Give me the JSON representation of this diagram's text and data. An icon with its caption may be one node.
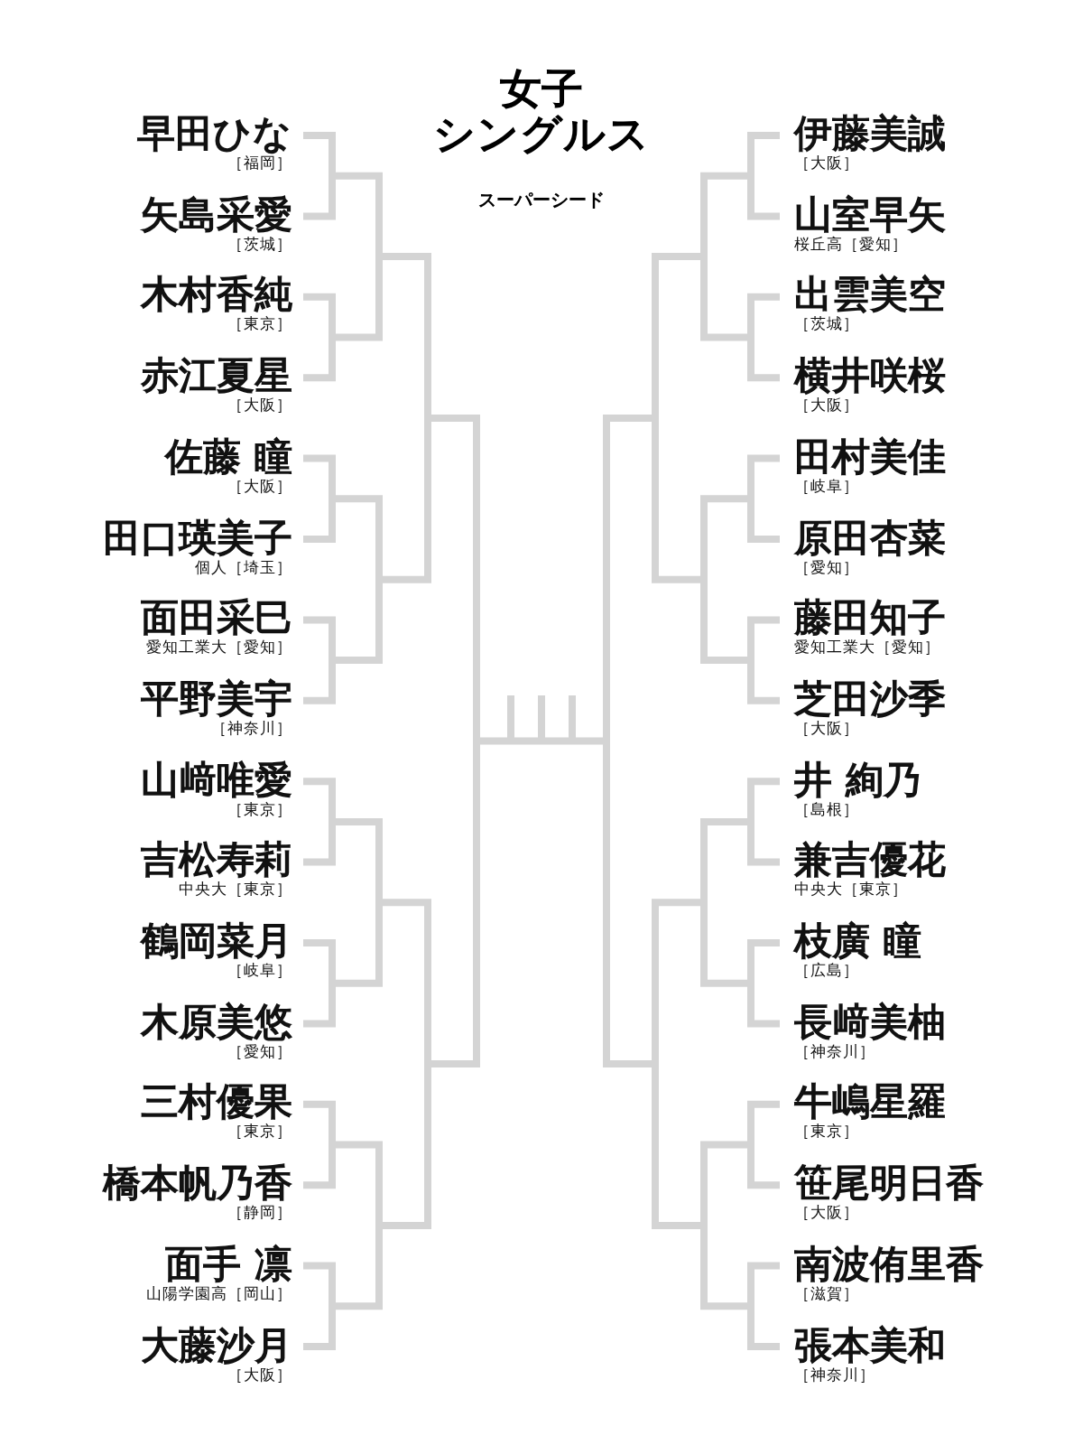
{
  "diagram": {
    "title": "女子シングルス",
    "nodes": [
      {
        "text": [
          "早田ひな",
          "［福岡］"
        ]
      },
      {
        "text": [
          "矢島采愛",
          "［茨城］"
        ]
      },
      {
        "text": [
          "木村香純",
          "［東京］"
        ]
      },
      {
        "text": [
          "赤江夏星",
          "［大阪］"
        ]
      },
      {
        "text": [
          "佐藤 瞳",
          "［大阪］"
        ]
      },
      {
        "text": [
          "田口瑛美子",
          "個人［埼玉］"
        ]
      },
      {
        "text": [
          "面田采巳",
          "愛知工業大［愛知］"
        ]
      },
      {
        "text": [
          "平野美宇",
          "［神奈川］"
        ]
      },
      {
        "text": [
          "山﨑唯愛",
          "［東京］"
        ]
      },
      {
        "text": [
          "吉松寿莉",
          "中央大［東京］"
        ]
      },
      {
        "text": [
          "鶴岡菜月",
          "［岐阜］"
        ]
      },
      {
        "text": [
          "木原美悠",
          "［愛知］"
        ]
      },
      {
        "text": [
          "三村優果",
          "［東京］"
        ]
      },
      {
        "text": [
          "橋本帆乃香",
          "［静岡］"
        ]
      },
      {
        "text": [
          "面手 凛",
          "山陽学園高［岡山］"
        ]
      },
      {
        "text": [
          "大藤沙月",
          "［大阪］"
        ]
      },
      {
        "text": [
          "伊藤美誠",
          "［大阪］"
        ]
      },
      {
        "text": [
          "山室早矢",
          "桜丘高［愛知］"
        ]
      },
      {
        "text": [
          "出雲美空",
          "［茨城］"
        ]
      },
      {
        "text": [
          "横井咲桜",
          "［大阪］"
        ]
      },
      {
        "text": [
          "田村美佳",
          "［岐阜］"
        ]
      },
      {
        "text": [
          "原田杏菜",
          "［愛知］"
        ]
      },
      {
        "text": [
          "藤田知子",
          "愛知工業大［愛知］"
        ]
      },
      {
        "text": [
          "芝田沙季",
          "［大阪］"
        ]
      },
      {
        "text": [
          "井 絢乃",
          "［島根］"
        ]
      },
      {
        "text": [
          "兼吉優花",
          "中央大［東京］"
        ]
      },
      {
        "text": [
          "枝廣 瞳",
          "［広島］"
        ]
      },
      {
        "text": [
          "長﨑美柚",
          "［神奈川］"
        ]
      },
      {
        "text": [
          "牛嶋星羅",
          "［東京］"
        ]
      },
      {
        "text": [
          "笹尾明日香",
          "［大阪］"
        ]
      },
      {
        "text": [
          "南波侑里香",
          "［滋賀］"
        ]
      },
      {
        "text": [
          "張本美和",
          "［神奈川］"
        ]
      }
    ],
    "labels": [
      "スーパーシード"
    ]
  }
}
